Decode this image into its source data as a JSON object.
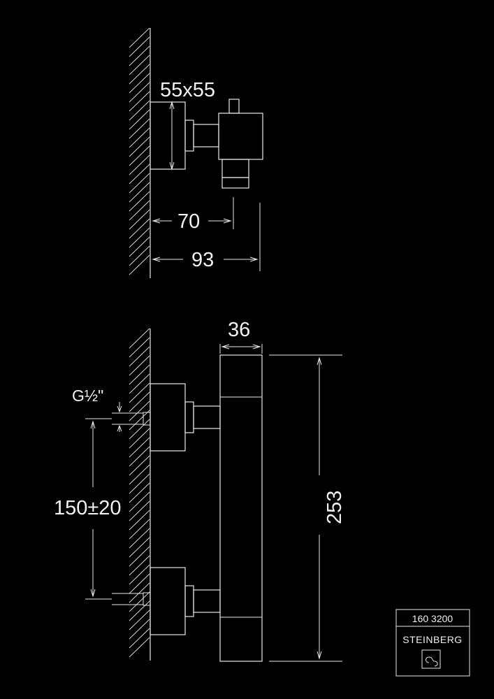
{
  "dimensions": {
    "top_square": "55x55",
    "depth_70": "70",
    "depth_93": "93",
    "width_36": "36",
    "thread": "G½\"",
    "spacing": "150±20",
    "height_253": "253"
  },
  "title_block": {
    "article_number": "160 3200",
    "brand": "STEINBERG"
  },
  "colors": {
    "background": "#000000",
    "line": "#e8e8e8"
  }
}
